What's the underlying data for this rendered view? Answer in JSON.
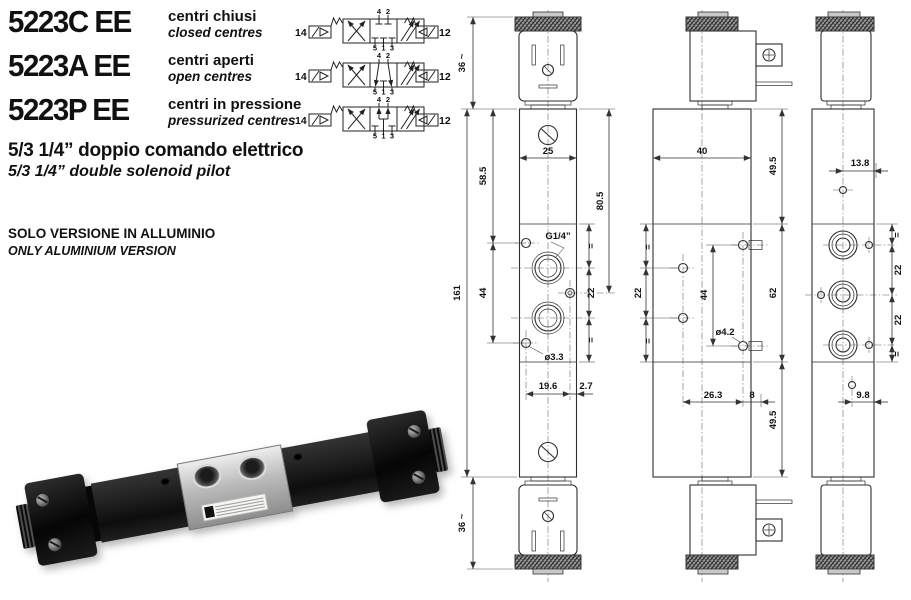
{
  "header": {
    "models": [
      {
        "code": "5223C EE",
        "desc_it": "centri chiusi",
        "desc_en": "closed centres"
      },
      {
        "code": "5223A EE",
        "desc_it": "centri aperti",
        "desc_en": "open centres"
      },
      {
        "code": "5223P EE",
        "desc_it": "centri in pressione",
        "desc_en": "pressurized centres"
      }
    ],
    "subtitle_it": "5/3 1/4” doppio comando elettrico",
    "subtitle_en": "5/3 1/4” double solenoid pilot",
    "note_it": "SOLO VERSIONE IN ALLUMINIO",
    "note_en": "ONLY ALUMINIUM VERSION"
  },
  "symbols": {
    "left_pilot": "14",
    "right_pilot": "12",
    "port4": "4",
    "port2": "2",
    "port5": "5",
    "port1": "1",
    "port3": "3"
  },
  "front_view": {
    "sol_top": "36 ~",
    "height": "161",
    "top_to_hole": "58.5",
    "hole_span": "44",
    "width": "25",
    "top_to_mid": "80.5",
    "thread": "G1/4”",
    "hole_dia": "ø3.3",
    "eq_top": "=",
    "port_gap": "22",
    "eq_bot": "=",
    "foot_a": "19.6",
    "foot_b": "2.7",
    "sol_bot": "36 ~"
  },
  "side_view": {
    "width": "40",
    "top_sec": "49.5",
    "eq_top": "=",
    "hole_gap": "22",
    "eq_bot": "=",
    "pilot_span": "44",
    "hole_dia": "ø4.2",
    "mid_sec": "62",
    "foot_a": "26.3",
    "foot_b": "8",
    "bot_sec": "49.5"
  },
  "rear_view": {
    "width": "13.8",
    "eq_top": "=",
    "gap_a": "22",
    "gap_b": "22",
    "eq_bot": "=",
    "foot": "9.8"
  }
}
